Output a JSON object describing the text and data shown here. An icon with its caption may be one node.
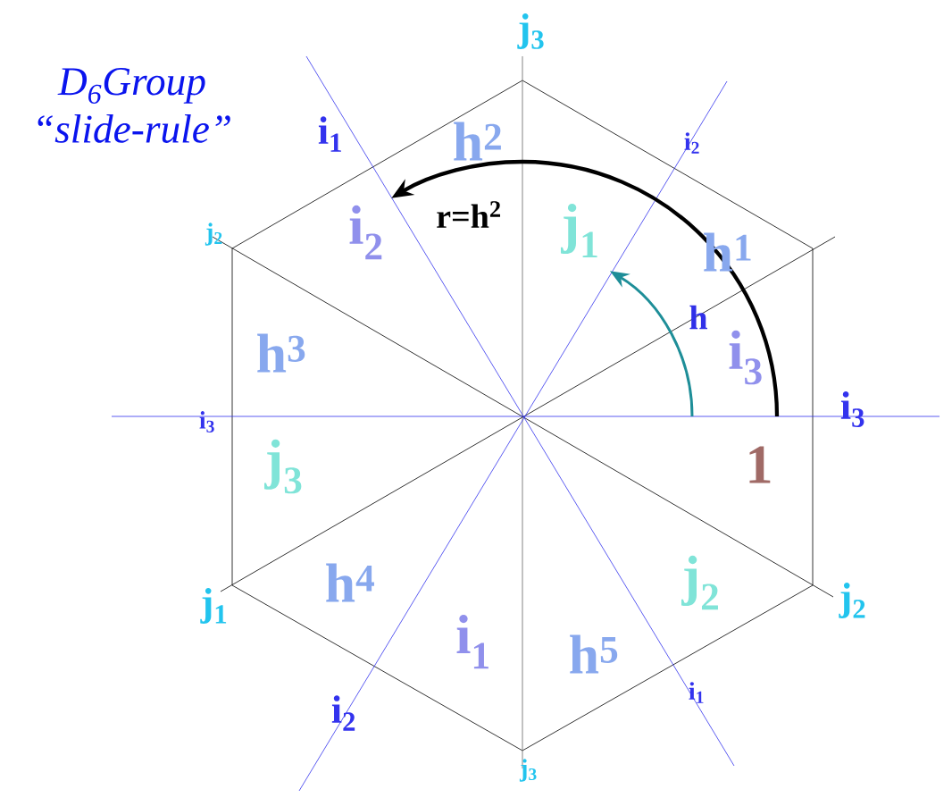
{
  "diagram": {
    "title": "D$_{6}$Group “slide-rule”",
    "labels": [
      "j$_{3}$",
      "i$_{1}$",
      "h$^{2}$",
      "i$_{2}$",
      "j$_{2}$",
      "r=h$^{2}$",
      "i$_{2}$",
      "j$_{1}$",
      "h$^{1}$",
      "h",
      "h$^{3}$",
      "i$_{3}$",
      "i$_{3}$",
      "i$_{3}$",
      "j$_{3}$",
      "1",
      "h$^{4}$",
      "j$_{1}$",
      "j$_{2}$",
      "j$_{2}$",
      "i$_{1}$",
      "h$^{5}$",
      "i$_{2}$",
      "i$_{1}$",
      "j$_{3}$"
    ]
  }
}
